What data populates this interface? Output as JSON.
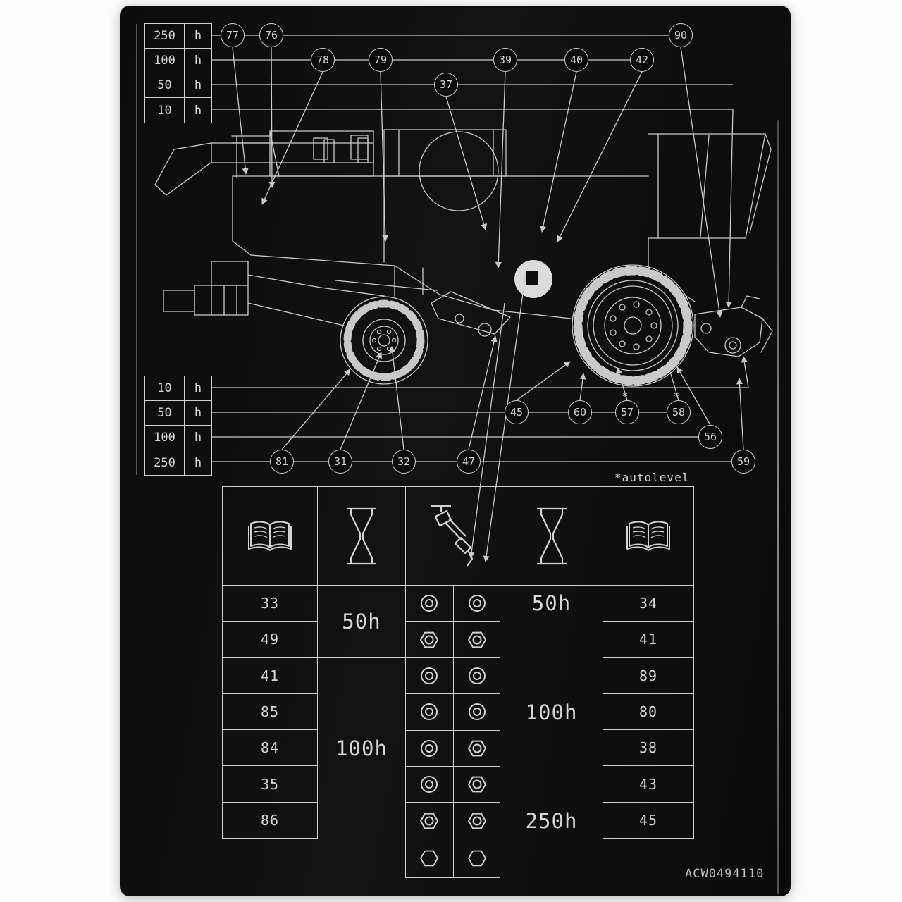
{
  "page": {
    "part_number": "ACW0494110",
    "autolevel_note": "*autolevel",
    "colors": {
      "sticker": "#0b0b0b",
      "line": "#cfcfcf",
      "text": "#d6d6d6"
    }
  },
  "top_table": {
    "rows": [
      {
        "value": "250",
        "unit": "h"
      },
      {
        "value": "100",
        "unit": "h"
      },
      {
        "value": "50",
        "unit": "h"
      },
      {
        "value": "10",
        "unit": "h"
      }
    ]
  },
  "lower_table": {
    "rows": [
      {
        "value": "10",
        "unit": "h"
      },
      {
        "value": "50",
        "unit": "h"
      },
      {
        "value": "100",
        "unit": "h"
      },
      {
        "value": "250",
        "unit": "h"
      }
    ]
  },
  "callouts": {
    "top": [
      {
        "label": "77"
      },
      {
        "label": "76"
      },
      {
        "label": "78"
      },
      {
        "label": "79"
      },
      {
        "label": "37"
      },
      {
        "label": "39"
      },
      {
        "label": "40"
      },
      {
        "label": "42"
      },
      {
        "label": "90"
      }
    ],
    "bottom": [
      {
        "label": "45"
      },
      {
        "label": "60"
      },
      {
        "label": "57",
        "asterisk": "*"
      },
      {
        "label": "58",
        "asterisk": "*"
      },
      {
        "label": "56"
      },
      {
        "label": "59"
      },
      {
        "label": "81"
      },
      {
        "label": "31"
      },
      {
        "label": "32"
      },
      {
        "label": "47"
      }
    ]
  },
  "maintenance": {
    "header_icons": [
      "book",
      "hourglass",
      "grease-gun",
      "hourglass",
      "book"
    ],
    "left_numbers": [
      "33",
      "49",
      "41",
      "85",
      "84",
      "35",
      "86"
    ],
    "left_intervals": [
      {
        "label": "50h"
      },
      {
        "label": "100h"
      }
    ],
    "right_numbers": [
      "34",
      "41",
      "89",
      "80",
      "38",
      "43",
      "45"
    ],
    "right_intervals": [
      {
        "label": "50h"
      },
      {
        "label": "100h"
      },
      {
        "label": "250h"
      }
    ],
    "grease_rows": [
      [
        "ring",
        "ring"
      ],
      [
        "hex",
        "hex"
      ],
      [
        "ring",
        "ring"
      ],
      [
        "ring",
        "ring"
      ],
      [
        "ring",
        "hex"
      ],
      [
        "ring",
        "hex"
      ],
      [
        "hex",
        "hex"
      ],
      [
        "hex-open",
        "hex-open"
      ]
    ]
  }
}
